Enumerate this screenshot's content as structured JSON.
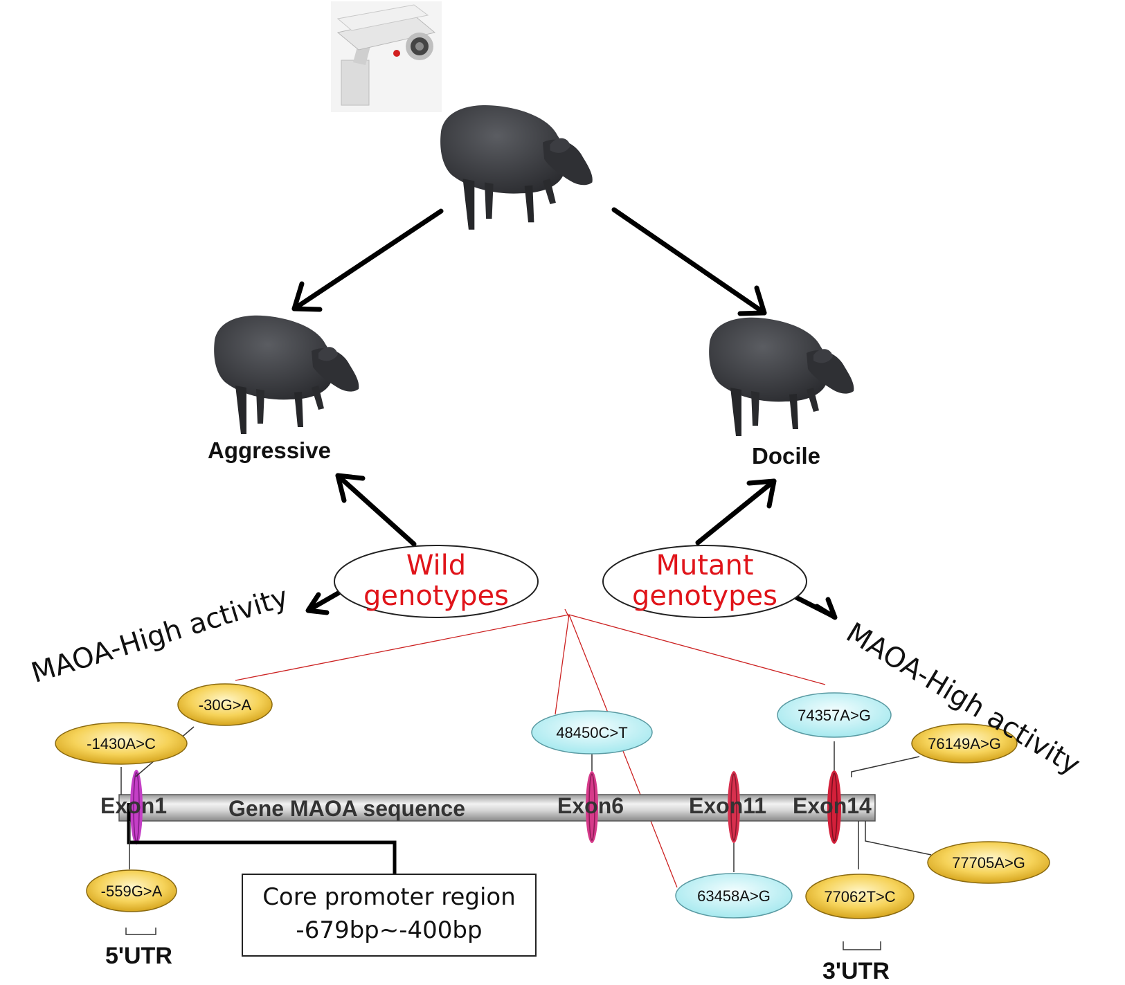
{
  "phenotypes": {
    "aggressive": "Aggressive",
    "docile": "Docile"
  },
  "genotypes": {
    "wild": [
      "Wild",
      "genotypes"
    ],
    "mutant": [
      "Mutant",
      "genotypes"
    ]
  },
  "activity": {
    "left": "MAOA-High activity",
    "right": "MAOA-High activity"
  },
  "gene": {
    "sequence_label": "Gene MAOA sequence",
    "exons": [
      "Exon1",
      "Exon6",
      "Exon11",
      "Exon14"
    ]
  },
  "promoter": {
    "line1": "Core promoter region",
    "line2": "-679bp~-400bp"
  },
  "utr": {
    "five": "5'UTR",
    "three": "3'UTR"
  },
  "snps": {
    "gold": [
      "-30G>A",
      "-1430A>C",
      "-559G>A",
      "76149A>G",
      "77705A>G",
      "77062T>C"
    ],
    "cyan": [
      "48450C>T",
      "74357A>G",
      "63458A>G"
    ]
  },
  "colors": {
    "genotype_text": "#e0141a",
    "gold_snp": "#f2c93c",
    "cyan_snp": "#bdf1f5",
    "exon1": "#c43fc6",
    "exon6": "#d63a8a",
    "exon11": "#d8304e",
    "exon14": "#d3203a",
    "connector_red": "#cc2222"
  },
  "icons": [
    "security-camera-icon",
    "pig-icon"
  ]
}
